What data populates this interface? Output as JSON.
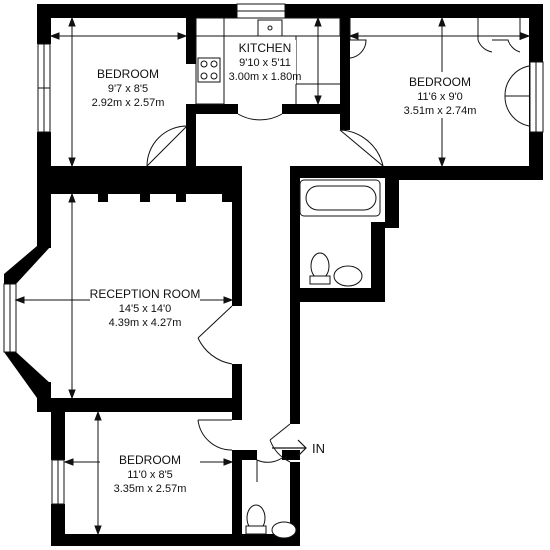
{
  "rooms": {
    "bedroom_1": {
      "name": "BEDROOM",
      "imperial": "9'7 x 8'5",
      "metric": "2.92m x 2.57m"
    },
    "kitchen": {
      "name": "KITCHEN",
      "imperial": "9'10 x 5'11",
      "metric": "3.00m x 1.80m"
    },
    "bedroom_2": {
      "name": "BEDROOM",
      "imperial": "11'6 x 9'0",
      "metric": "3.51m x 2.74m"
    },
    "reception": {
      "name": "RECEPTION ROOM",
      "imperial": "14'5 x 14'0",
      "metric": "4.39m x 4.27m"
    },
    "bedroom_3": {
      "name": "BEDROOM",
      "imperial": "11'0 x 8'5",
      "metric": "3.35m x 2.57m"
    }
  },
  "entrance": {
    "label": "IN"
  }
}
